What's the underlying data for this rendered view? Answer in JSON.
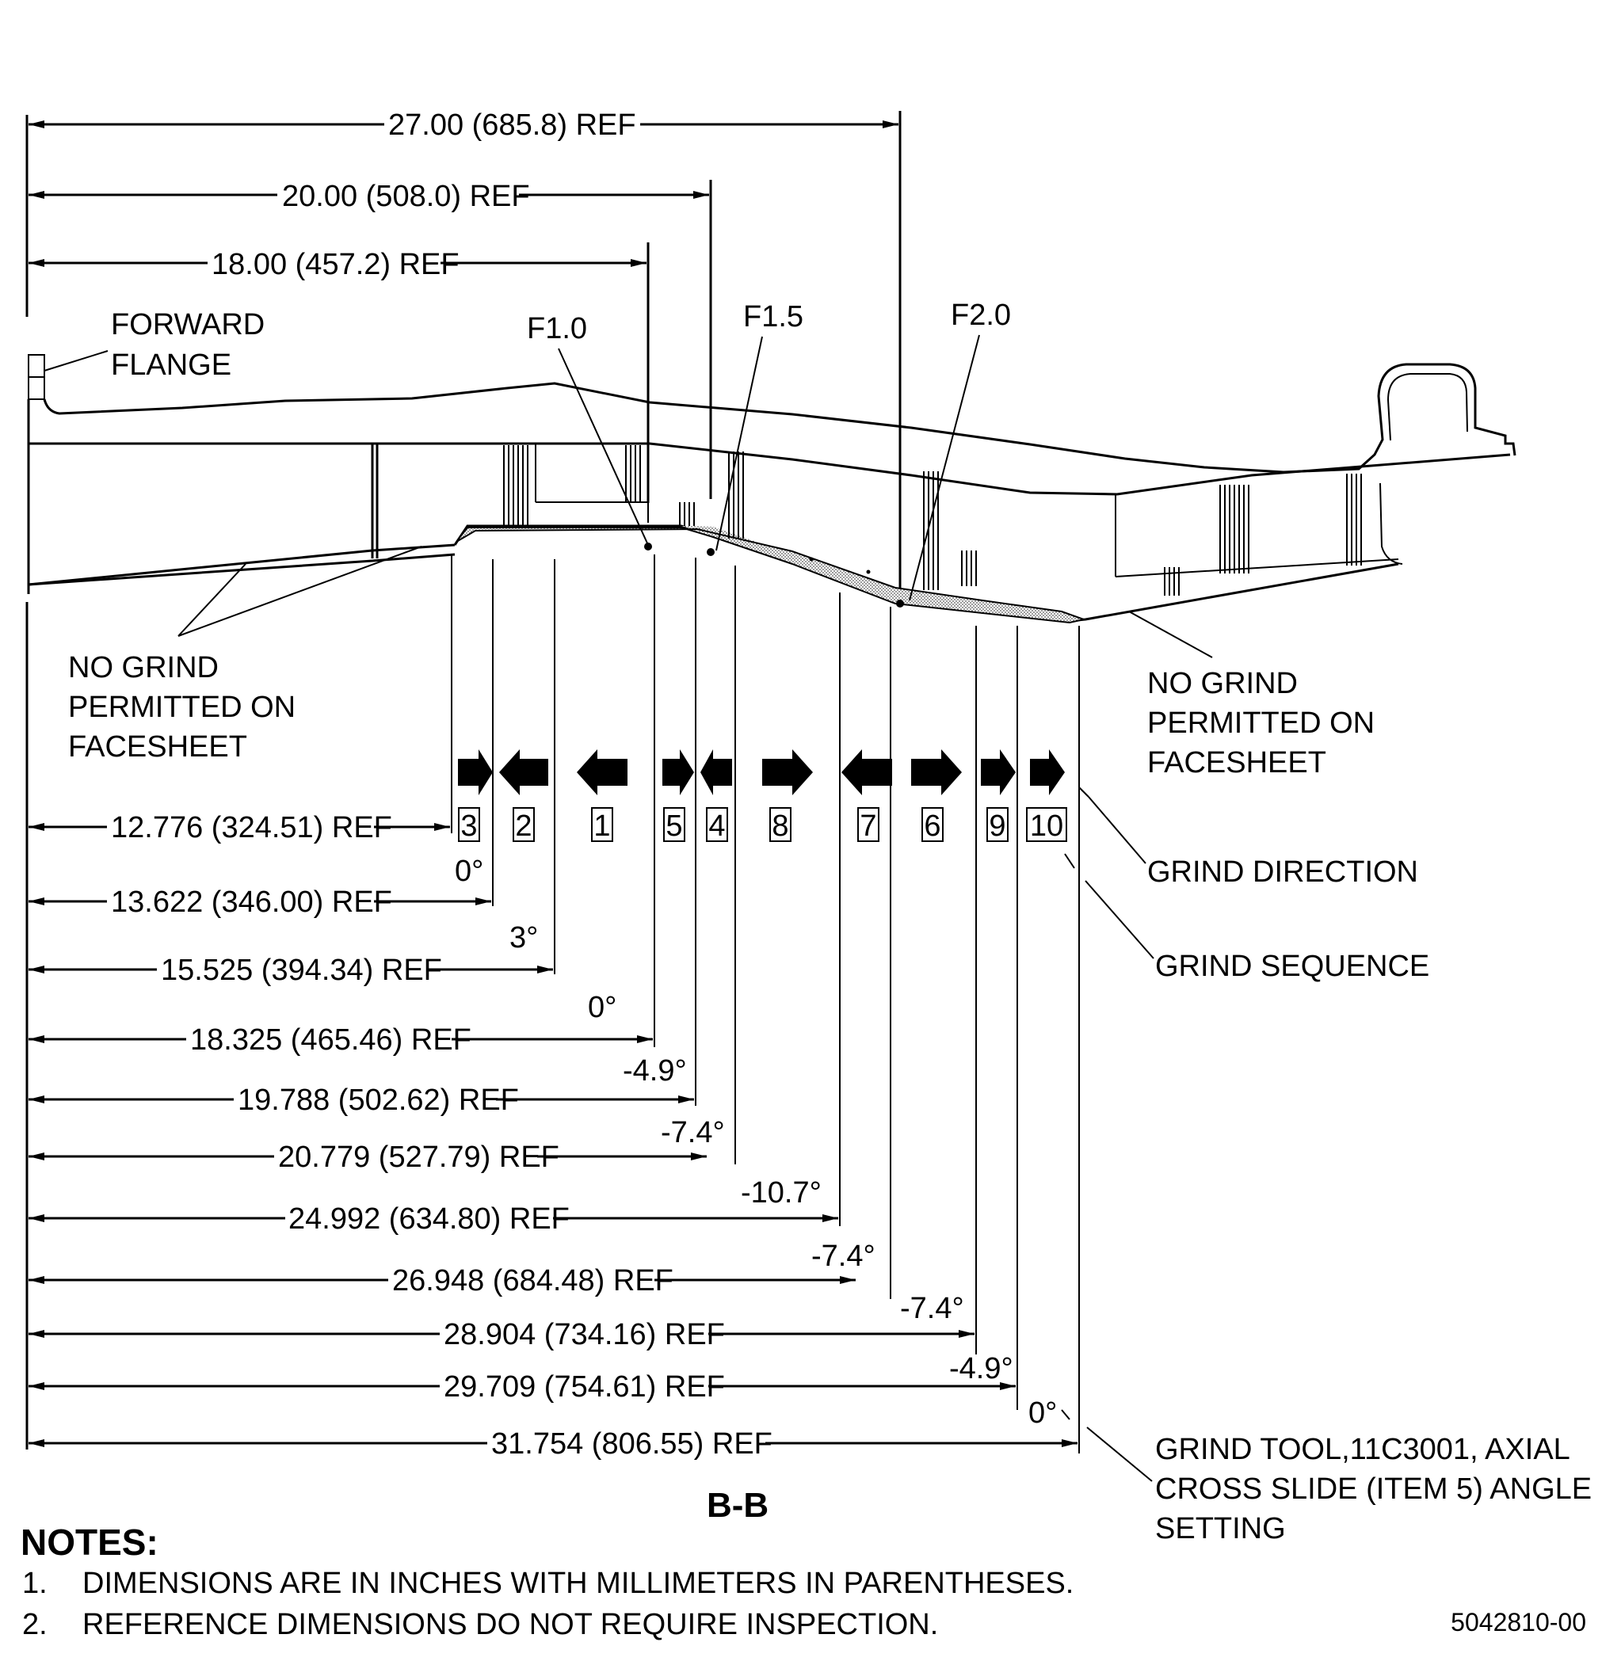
{
  "section": "B-B",
  "figure_id": "5042810-00",
  "notes": {
    "title": "NOTES:",
    "items": [
      {
        "num": "1.",
        "text": "DIMENSIONS ARE IN INCHES WITH MILLIMETERS IN PARENTHESES."
      },
      {
        "num": "2.",
        "text": "REFERENCE DIMENSIONS DO NOT REQUIRE INSPECTION."
      }
    ]
  },
  "top_dims": [
    "27.00 (685.8) REF",
    "20.00 (508.0) REF",
    "18.00 (457.2) REF"
  ],
  "labels": {
    "forward_flange": [
      "FORWARD",
      "FLANGE"
    ],
    "f10": "F1.0",
    "f15": "F1.5",
    "f20": "F2.0",
    "no_grind_left": [
      "NO GRIND",
      "PERMITTED ON",
      "FACESHEET"
    ],
    "no_grind_right": [
      "NO GRIND",
      "PERMITTED ON",
      "FACESHEET"
    ],
    "grind_direction": "GRIND DIRECTION",
    "grind_sequence": "GRIND SEQUENCE",
    "grind_tool": [
      "GRIND TOOL,11C3001, AXIAL",
      "CROSS SLIDE (ITEM 5) ANGLE",
      "SETTING"
    ]
  },
  "sequence_boxes": [
    "3",
    "2",
    "1",
    "5",
    "4",
    "8",
    "7",
    "6",
    "9",
    "10"
  ],
  "bottom_dims": [
    "12.776 (324.51) REF",
    "13.622 (346.00) REF",
    "15.525 (394.34) REF",
    "18.325 (465.46) REF",
    "19.788 (502.62) REF",
    "20.779 (527.79) REF",
    "24.992 (634.80) REF",
    "26.948 (684.48) REF",
    "28.904 (734.16) REF",
    "29.709 (754.61) REF",
    "31.754 (806.55) REF"
  ],
  "angles": [
    "0°",
    "3°",
    "0°",
    "-4.9°",
    "-7.4°",
    "-10.7°",
    "-7.4°",
    "-7.4°",
    "-4.9°",
    "0°"
  ]
}
